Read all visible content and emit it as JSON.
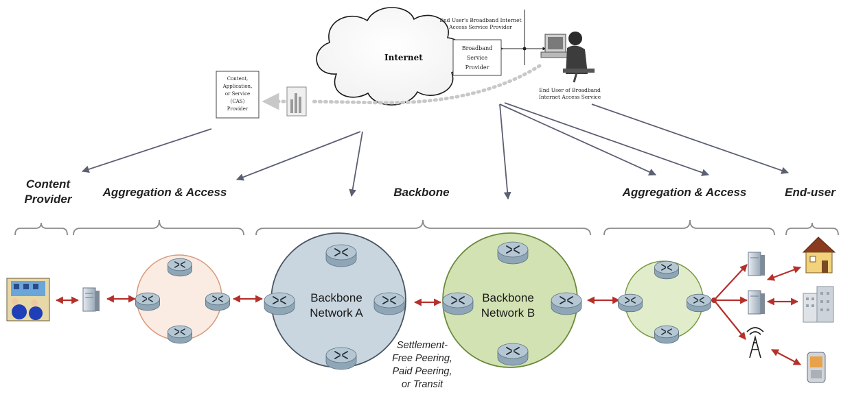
{
  "top": {
    "internet_label": "Internet",
    "isp_caption": [
      "End User's Broadband Internet",
      "Access Service Provider"
    ],
    "bsp_box": [
      "Broadband",
      "Service",
      "Provider"
    ],
    "cas_box": [
      "Content,",
      "Application,",
      "or Service",
      "(CAS)",
      "Provider"
    ],
    "end_user_caption": [
      "End User of Broadband",
      "Internet Access Service"
    ]
  },
  "segments": {
    "content_provider": [
      "Content",
      "Provider"
    ],
    "aggregation_left": "Aggregation & Access",
    "backbone": "Backbone",
    "aggregation_right": "Aggregation & Access",
    "end_user": "End-user"
  },
  "networks": {
    "a": [
      "Backbone",
      "Network A"
    ],
    "b": [
      "Backbone",
      "Network B"
    ]
  },
  "peering_note": [
    "Settlement-",
    "Free Peering,",
    "Paid Peering,",
    "or Transit"
  ],
  "colors": {
    "arrow_red": "#b5302a",
    "pointer_gray": "#5b5f72",
    "ring_left_fill": "#fbece3",
    "ring_left_stroke": "#d79a7c",
    "ring_a_fill": "#c9d6e0",
    "ring_a_stroke": "#4a5560",
    "ring_b_fill": "#d3e2b3",
    "ring_b_stroke": "#6a8a3a",
    "ring_right_fill": "#e1edca",
    "ring_right_stroke": "#7a9a45",
    "router_top": "#b4c7d3",
    "router_side": "#8ea6b6",
    "brace": "#8a8a8a"
  }
}
